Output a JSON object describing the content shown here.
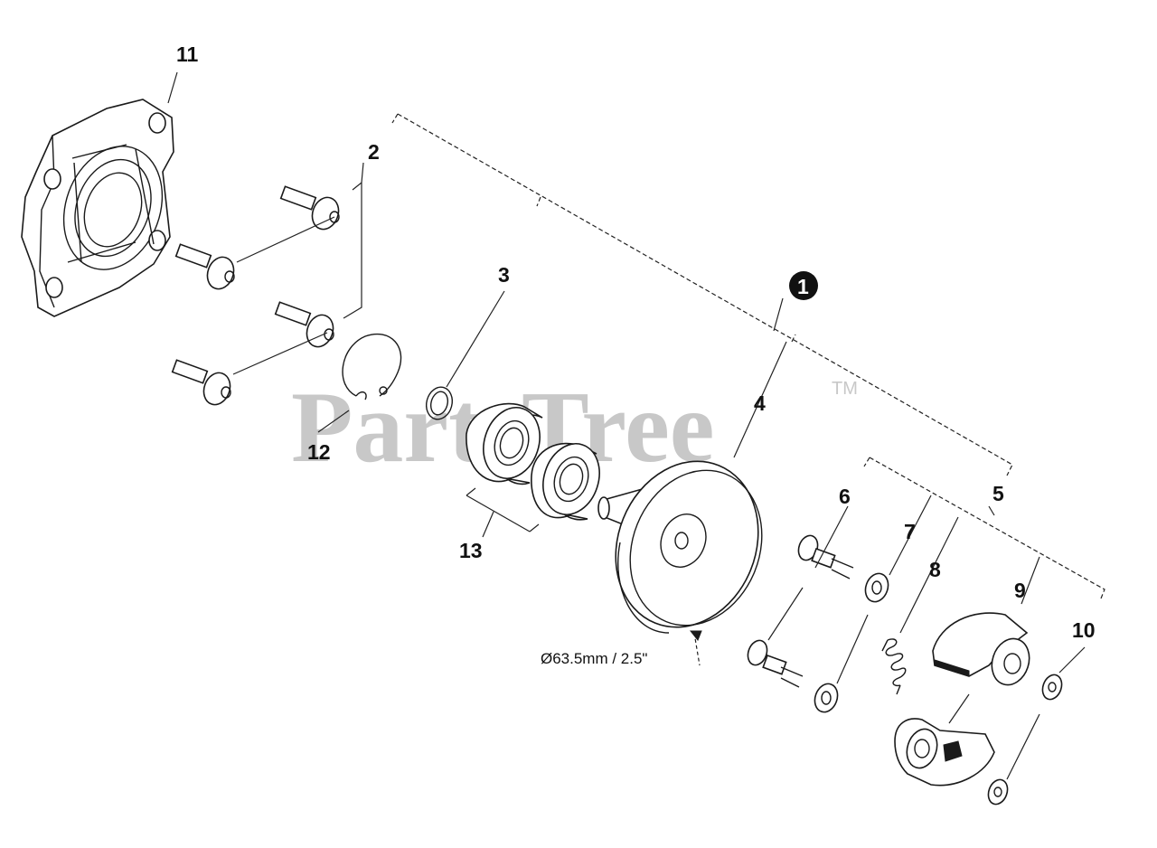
{
  "callouts": {
    "c1": "1",
    "c2": "2",
    "c3": "3",
    "c4": "4",
    "c5": "5",
    "c6": "6",
    "c7": "7",
    "c8": "8",
    "c9": "9",
    "c10": "10",
    "c11": "11",
    "c12": "12",
    "c13": "13"
  },
  "dimension_label": "Ø63.5mm / 2.5\"",
  "watermark": {
    "text": "PartsTree",
    "trademark": "TM"
  },
  "colors": {
    "ink": "#1a1a1a",
    "watermark": "#c8c8c8",
    "background": "#ffffff"
  }
}
